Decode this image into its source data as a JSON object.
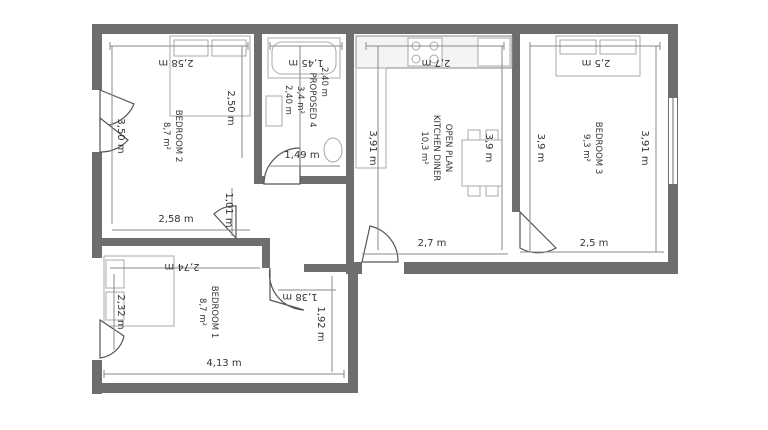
{
  "rooms": {
    "bedroom2": {
      "name": "BEDROOM 2",
      "area": "8,7 m²"
    },
    "proposed": {
      "name": "PROPOSED 4",
      "area": "3,4 m²",
      "dim_a": "2,40 m",
      "dim_b": "2,40 m"
    },
    "kitchen": {
      "name_line1": "OPEN PLAN",
      "name_line2": "KITCHEN DINER",
      "area": "10,3 m²"
    },
    "bedroom3": {
      "name": "BEDROOM 3",
      "area": "9,3 m²"
    },
    "bedroom1": {
      "name": "BEDROOM 1",
      "area": "8,7 m²"
    }
  },
  "dimensions": {
    "b2_top": "2,58 m",
    "b2_right": "2,50 m",
    "b2_left": "3,50 m",
    "b2_bottom": "2,58 m",
    "hall_small": "1,01 m",
    "bath_top": "1,45 m",
    "bath_width": "1,49 m",
    "kitchen_top": "2,7 m",
    "kitchen_left": "3,91 m",
    "kitchen_right": "3,9 m",
    "kitchen_bottom": "2,7 m",
    "b3_top": "2,5 m",
    "b3_left": "3,9 m",
    "b3_right": "3,91 m",
    "b3_bottom": "2,5 m",
    "b1_top": "2,74 m",
    "b1_left": "2,32 m",
    "b1_bottom": "4,13 m",
    "b1_right": "1,92 m",
    "hall_bottom": "1,38 m"
  }
}
